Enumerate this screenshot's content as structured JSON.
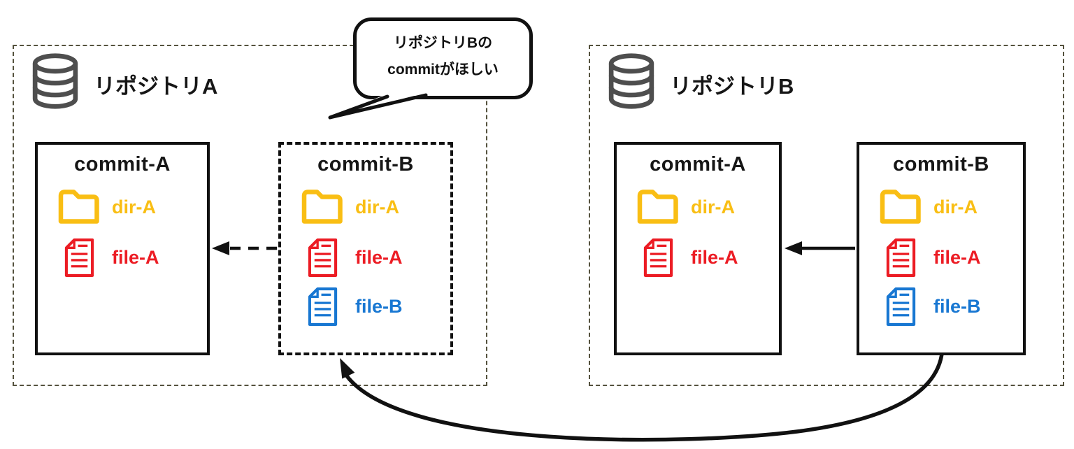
{
  "speech_bubble": {
    "line1": "リポジトリBの",
    "line2": "commitがほしい"
  },
  "repo_a": {
    "label": "リポジトリA",
    "commit_a": {
      "title": "commit-A",
      "dir": "dir-A",
      "file_a": "file-A"
    },
    "commit_b": {
      "title": "commit-B",
      "dir": "dir-A",
      "file_a": "file-A",
      "file_b": "file-B"
    }
  },
  "repo_b": {
    "label": "リポジトリB",
    "commit_a": {
      "title": "commit-A",
      "dir": "dir-A",
      "file_a": "file-A"
    },
    "commit_b": {
      "title": "commit-B",
      "dir": "dir-A",
      "file_a": "file-A",
      "file_b": "file-B"
    }
  },
  "colors": {
    "folder": "#F9BE14",
    "file_a": "#EC1C24",
    "file_b": "#1877D2",
    "database_icon": "#4E4E4E",
    "line": "#111111"
  }
}
